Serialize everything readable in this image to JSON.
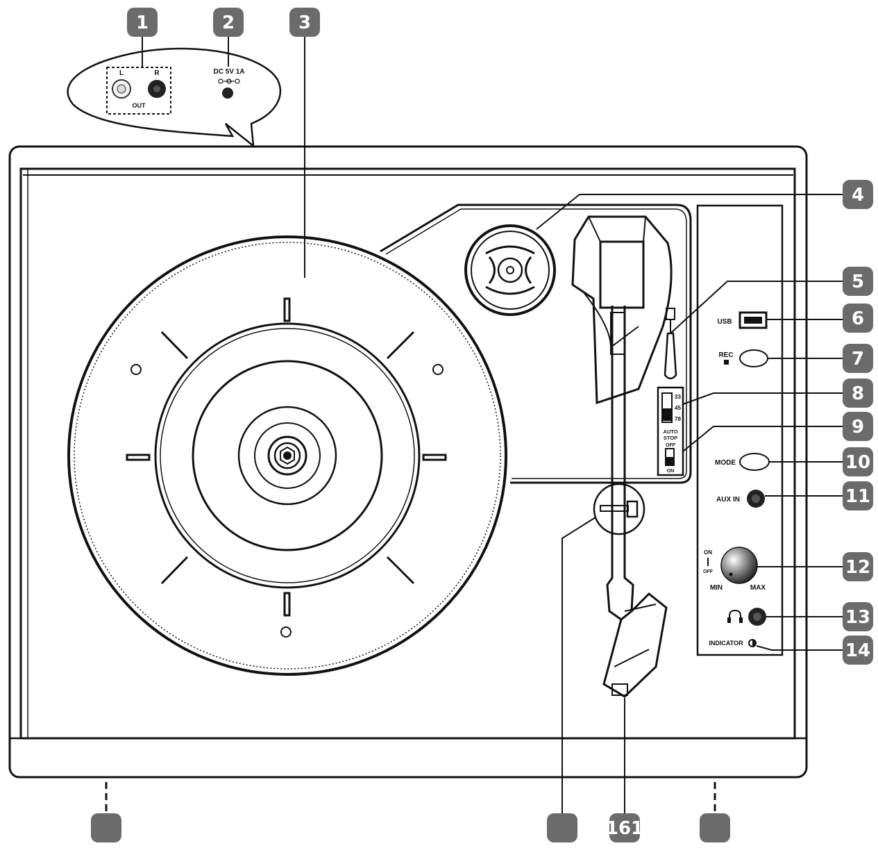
{
  "badges": [
    "1",
    "2",
    "3",
    "4",
    "5",
    "6",
    "7",
    "8",
    "9",
    "10",
    "11",
    "12",
    "13",
    "14",
    "",
    "",
    "161",
    ""
  ],
  "labels": {
    "left_channel": "L",
    "right_channel": "R",
    "out": "OUT",
    "dc_power": "DC 5V 1A",
    "usb": "USB",
    "rec": "REC",
    "speed_33": "33",
    "speed_45": "45",
    "speed_78": "78",
    "auto_stop_line1": "AUTO",
    "auto_stop_line2": "STOP",
    "off": "OFF",
    "on": "ON",
    "mode": "MODE",
    "aux_in": "AUX IN",
    "knob_on": "ON",
    "knob_off": "OFF",
    "min": "MIN",
    "max": "MAX",
    "indicator": "INDICATOR"
  },
  "colors": {
    "badge": "#6b6b6b",
    "line": "#111111",
    "background": "#ffffff"
  }
}
